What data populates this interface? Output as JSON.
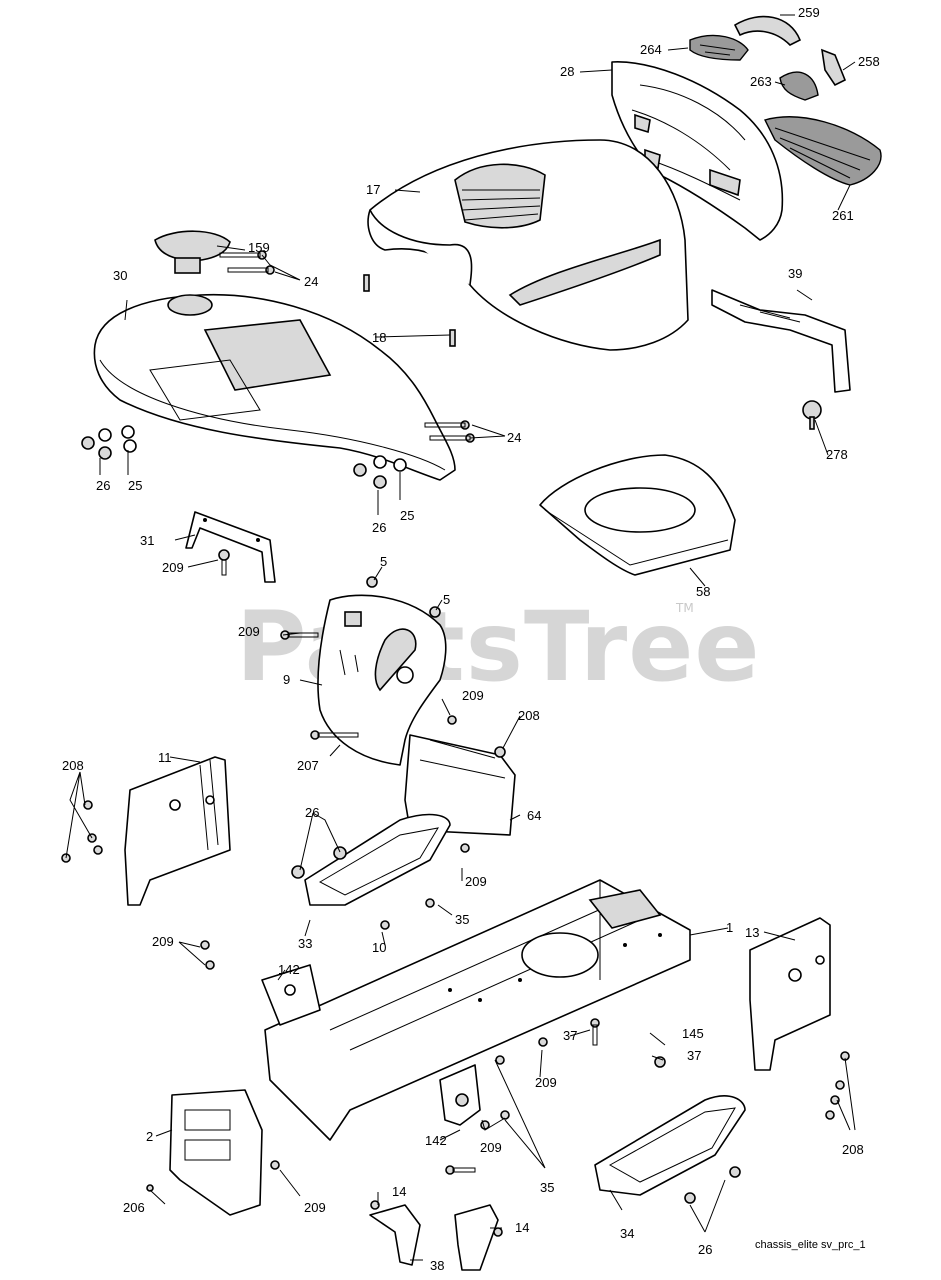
{
  "watermark": {
    "text": "PartsTree",
    "mark": "TM"
  },
  "footer": {
    "code": "chassis_elite sv_prc_1"
  },
  "callouts": {
    "c259": "259",
    "c264": "264",
    "c258": "258",
    "c28": "28",
    "c263": "263",
    "c17": "17",
    "c261": "261",
    "c159": "159",
    "c24a": "24",
    "c30": "30",
    "c18": "18",
    "c39": "39",
    "c24b": "24",
    "c278": "278",
    "c26a": "26",
    "c25a": "25",
    "c26b": "26",
    "c25b": "25",
    "c31": "31",
    "c209a": "209",
    "c58": "58",
    "c5a": "5",
    "c5b": "5",
    "c209b": "209",
    "c9": "9",
    "c209c": "209",
    "c208a": "208",
    "c207": "207",
    "c11": "11",
    "c208b": "208",
    "c64": "64",
    "c26c": "26",
    "c209d": "209",
    "c35a": "35",
    "c33": "33",
    "c10": "10",
    "c1": "1",
    "c13": "13",
    "c209e": "209",
    "c142a": "142",
    "c37a": "37",
    "c145": "145",
    "c37b": "37",
    "c209f": "209",
    "c2": "2",
    "c142b": "142",
    "c209g": "209",
    "c208c": "208",
    "c35b": "35",
    "c206": "206",
    "c209h": "209",
    "c14a": "14",
    "c14b": "14",
    "c34": "34",
    "c38": "38",
    "c26d": "26"
  },
  "icons": [
    "hood-part",
    "dash-panel",
    "seat-pan",
    "frame",
    "fender",
    "bracket",
    "bolt",
    "nut"
  ]
}
